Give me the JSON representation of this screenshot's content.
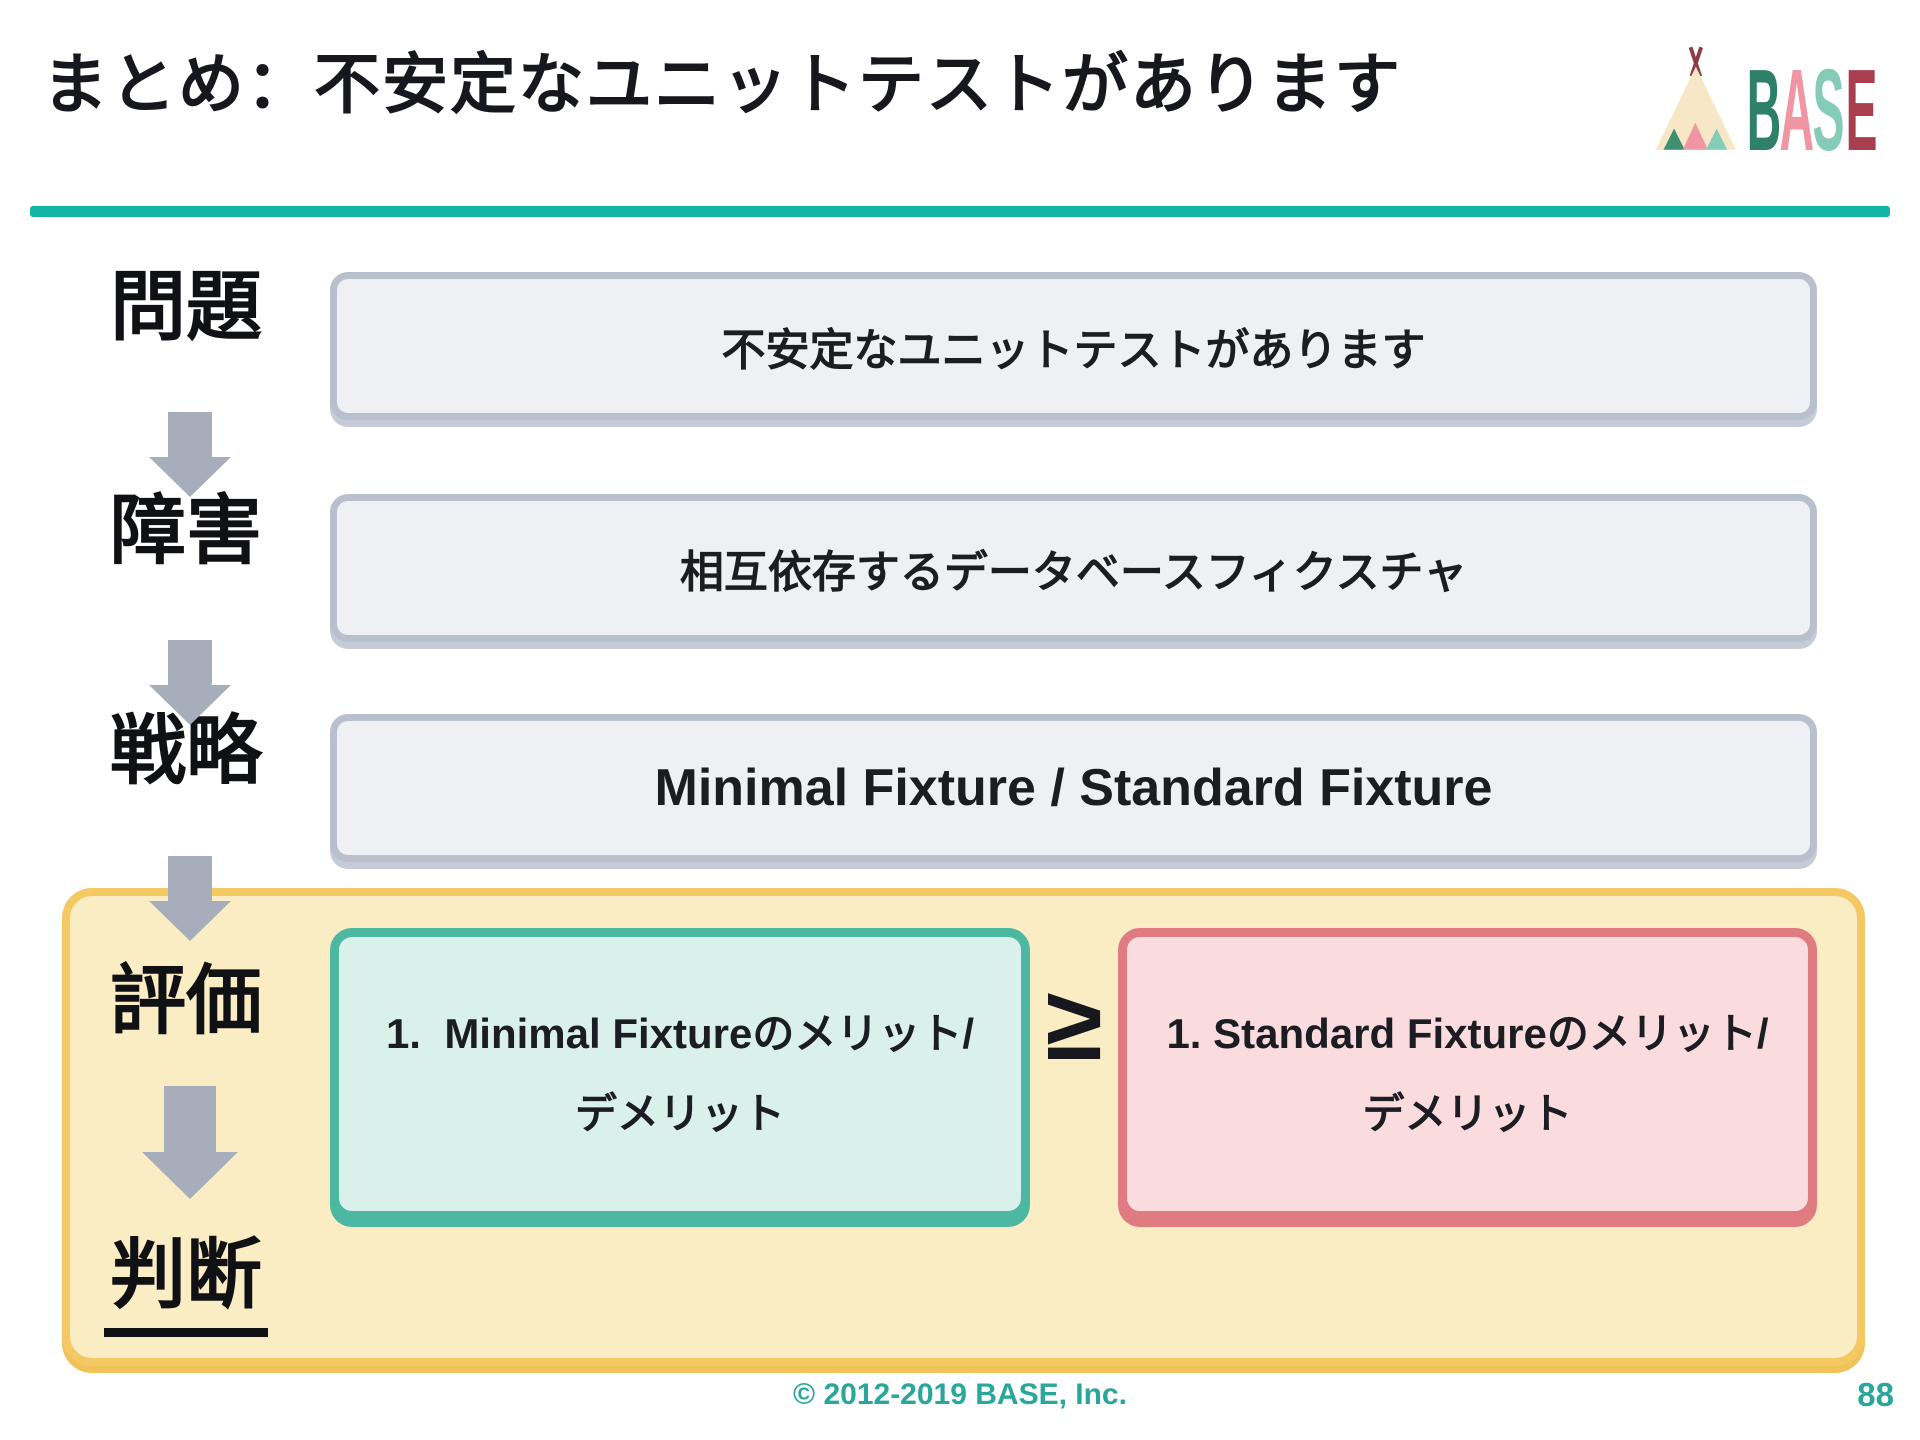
{
  "title": "まとめ：不安定なユニットテストがあります",
  "logo": {
    "brand": "BASE",
    "letters": [
      {
        "char": "B",
        "color": "#2e8069"
      },
      {
        "char": "A",
        "color": "#f095a2"
      },
      {
        "char": "S",
        "color": "#84ccb7"
      },
      {
        "char": "E",
        "color": "#a93e4e"
      }
    ]
  },
  "flow": {
    "rows": [
      {
        "label": "問題",
        "content": "不安定なユニットテストがあります"
      },
      {
        "label": "障害",
        "content": "相互依存するデータベースフィクスチャ"
      },
      {
        "label": "戦略",
        "content": "Minimal Fixture / Standard Fixture"
      }
    ],
    "evaluation": {
      "label": "評価",
      "left_box": "1.  Minimal Fixtureのメリット/デメリット",
      "comparator": "≥",
      "right_box": "1. Standard Fixtureのメリット/デメリット"
    },
    "judgment_label": "判断"
  },
  "footer": {
    "copyright": "© 2012-2019 BASE, Inc.",
    "page_number": "88"
  },
  "colors": {
    "divider_teal": "#12b5a6",
    "gray_box_fill": "#eef0f3",
    "gray_box_border": "#b9c0cd",
    "container_yellow_fill": "#faecc3",
    "container_yellow_border": "#f4c964",
    "minimal_box_fill": "#d9f1ea",
    "minimal_box_border": "#4cb8a2",
    "standard_box_fill": "#fadcdf",
    "standard_box_border": "#e07b82",
    "arrow_gray": "#a6aebb",
    "footer_teal": "#29a79a"
  }
}
